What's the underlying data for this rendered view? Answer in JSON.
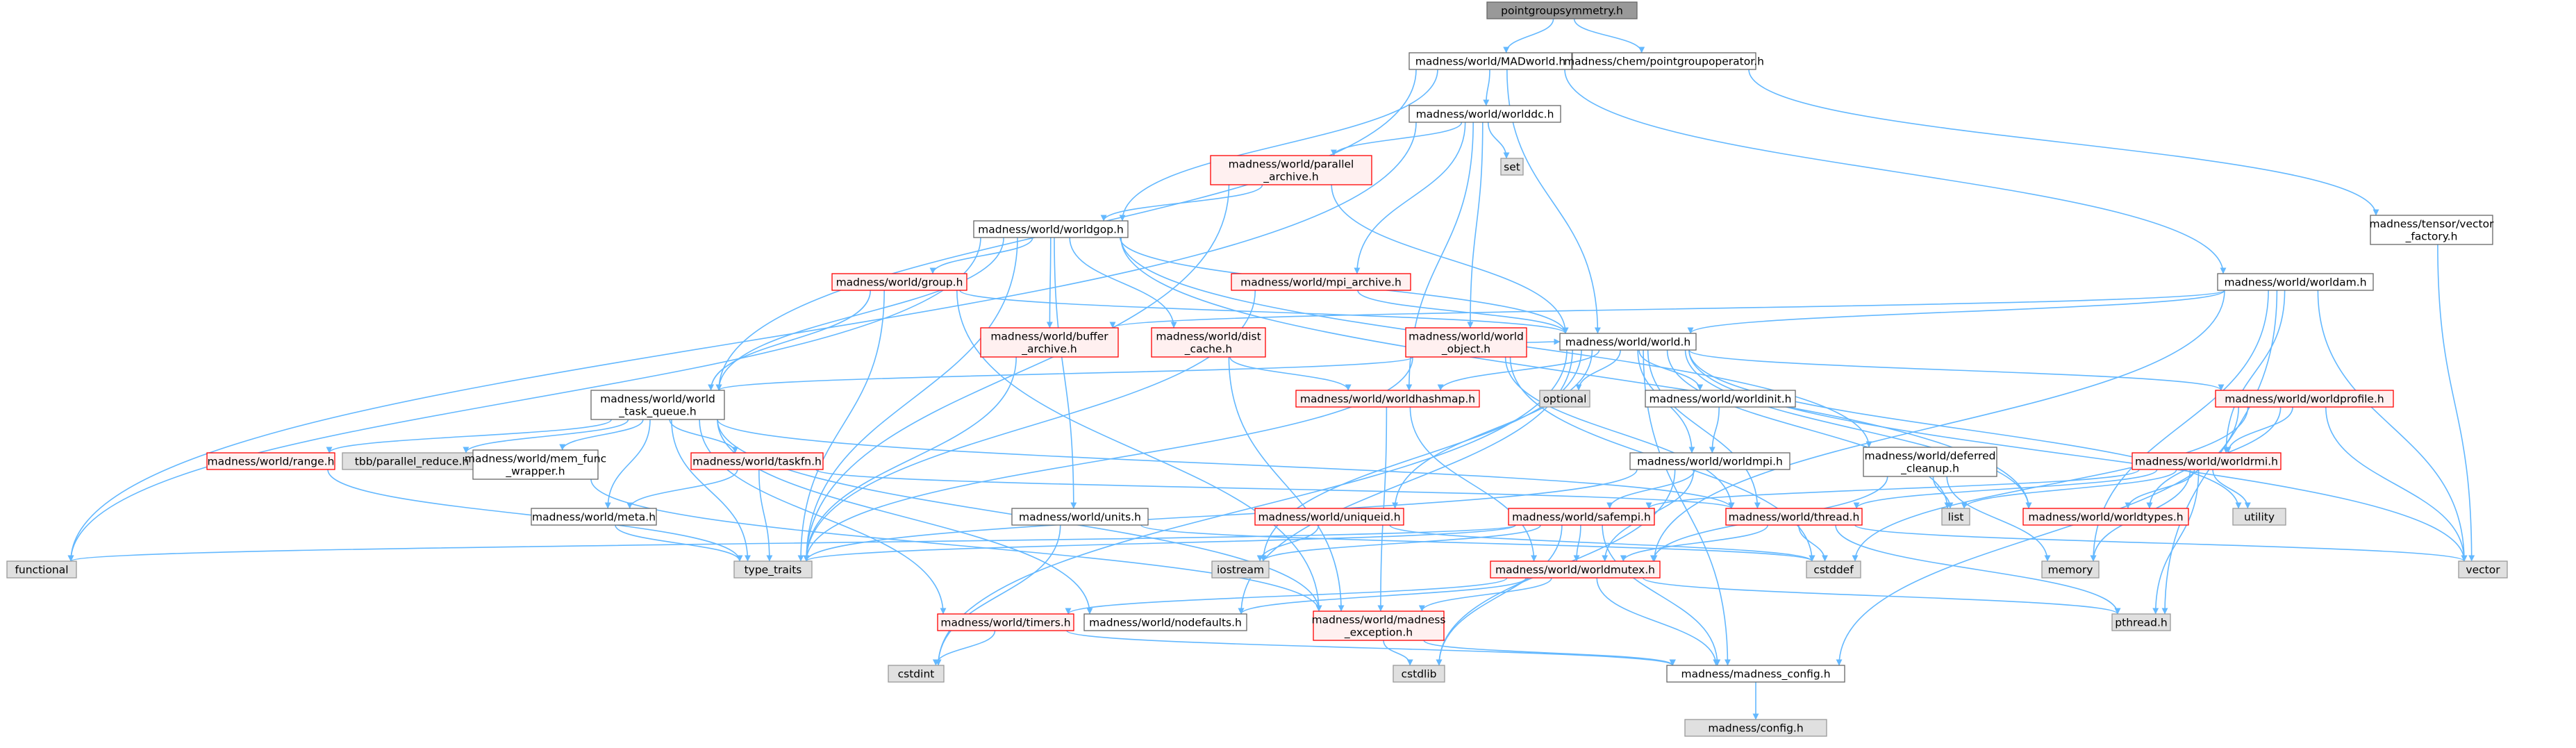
{
  "colors": {
    "edge": "#63b8ff",
    "node_border_normal": "#666666",
    "node_fill_normal": "#ffffff",
    "node_border_incomplete": "#ff0000",
    "node_fill_incomplete": "#fff0f0",
    "node_border_system": "#999999",
    "node_fill_system": "#e0e0e0",
    "node_border_root": "#666666",
    "node_fill_root": "#999999",
    "text_normal": "#000000",
    "text_incomplete": "#000000"
  },
  "nodes": [
    {
      "id": "root",
      "lines": [
        "pointgroupsymmetry.h"
      ],
      "kind": "root"
    },
    {
      "id": "madworld",
      "lines": [
        "madness/world/MADworld.h"
      ],
      "kind": "normal"
    },
    {
      "id": "pgop",
      "lines": [
        "madness/chem/pointgroupoperator.h"
      ],
      "kind": "normal"
    },
    {
      "id": "worlddc",
      "lines": [
        "madness/world/worlddc.h"
      ],
      "kind": "normal"
    },
    {
      "id": "set",
      "lines": [
        "set"
      ],
      "kind": "system"
    },
    {
      "id": "parallel",
      "lines": [
        "madness/world/parallel",
        "_archive.h"
      ],
      "kind": "incomplete"
    },
    {
      "id": "tensorvec",
      "lines": [
        "madness/tensor/vector",
        "_factory.h"
      ],
      "kind": "normal"
    },
    {
      "id": "worldgop",
      "lines": [
        "madness/world/worldgop.h"
      ],
      "kind": "normal"
    },
    {
      "id": "group",
      "lines": [
        "madness/world/group.h"
      ],
      "kind": "incomplete"
    },
    {
      "id": "mpiarchive",
      "lines": [
        "madness/world/mpi_archive.h"
      ],
      "kind": "incomplete"
    },
    {
      "id": "worldam",
      "lines": [
        "madness/world/worldam.h"
      ],
      "kind": "normal"
    },
    {
      "id": "bufarchive",
      "lines": [
        "madness/world/buffer",
        "_archive.h"
      ],
      "kind": "incomplete"
    },
    {
      "id": "distcache",
      "lines": [
        "madness/world/dist",
        "_cache.h"
      ],
      "kind": "incomplete"
    },
    {
      "id": "worldobject",
      "lines": [
        "madness/world/world",
        "_object.h"
      ],
      "kind": "incomplete"
    },
    {
      "id": "world",
      "lines": [
        "madness/world/world.h"
      ],
      "kind": "normal"
    },
    {
      "id": "taskqueue",
      "lines": [
        "madness/world/world",
        "_task_queue.h"
      ],
      "kind": "normal"
    },
    {
      "id": "optional",
      "lines": [
        "optional"
      ],
      "kind": "system"
    },
    {
      "id": "hashmap",
      "lines": [
        "madness/world/worldhashmap.h"
      ],
      "kind": "incomplete"
    },
    {
      "id": "worldinit",
      "lines": [
        "madness/world/worldinit.h"
      ],
      "kind": "normal"
    },
    {
      "id": "worldprofile",
      "lines": [
        "madness/world/worldprofile.h"
      ],
      "kind": "incomplete"
    },
    {
      "id": "range",
      "lines": [
        "madness/world/range.h"
      ],
      "kind": "incomplete"
    },
    {
      "id": "tbbreduce",
      "lines": [
        "tbb/parallel_reduce.h"
      ],
      "kind": "system"
    },
    {
      "id": "memfunc",
      "lines": [
        "madness/world/mem_func",
        "_wrapper.h"
      ],
      "kind": "normal"
    },
    {
      "id": "taskfn",
      "lines": [
        "madness/world/taskfn.h"
      ],
      "kind": "incomplete"
    },
    {
      "id": "worldmpi",
      "lines": [
        "madness/world/worldmpi.h"
      ],
      "kind": "normal"
    },
    {
      "id": "deferred",
      "lines": [
        "madness/world/deferred",
        "_cleanup.h"
      ],
      "kind": "normal"
    },
    {
      "id": "worldrmi",
      "lines": [
        "madness/world/worldrmi.h"
      ],
      "kind": "incomplete"
    },
    {
      "id": "meta",
      "lines": [
        "madness/world/meta.h"
      ],
      "kind": "normal"
    },
    {
      "id": "units",
      "lines": [
        "madness/world/units.h"
      ],
      "kind": "normal"
    },
    {
      "id": "uniqueid",
      "lines": [
        "madness/world/uniqueid.h"
      ],
      "kind": "incomplete"
    },
    {
      "id": "safempi",
      "lines": [
        "madness/world/safempi.h"
      ],
      "kind": "incomplete"
    },
    {
      "id": "thread",
      "lines": [
        "madness/world/thread.h"
      ],
      "kind": "incomplete"
    },
    {
      "id": "list",
      "lines": [
        "list"
      ],
      "kind": "system"
    },
    {
      "id": "worldtypes",
      "lines": [
        "madness/world/worldtypes.h"
      ],
      "kind": "incomplete"
    },
    {
      "id": "utility",
      "lines": [
        "utility"
      ],
      "kind": "system"
    },
    {
      "id": "functional",
      "lines": [
        "functional"
      ],
      "kind": "system"
    },
    {
      "id": "typetraits",
      "lines": [
        "type_traits"
      ],
      "kind": "system"
    },
    {
      "id": "iostream",
      "lines": [
        "iostream"
      ],
      "kind": "system"
    },
    {
      "id": "cstddef",
      "lines": [
        "cstddef"
      ],
      "kind": "system"
    },
    {
      "id": "memory",
      "lines": [
        "memory"
      ],
      "kind": "system"
    },
    {
      "id": "vector",
      "lines": [
        "vector"
      ],
      "kind": "system"
    },
    {
      "id": "worldmutex",
      "lines": [
        "madness/world/worldmutex.h"
      ],
      "kind": "incomplete"
    },
    {
      "id": "timers",
      "lines": [
        "madness/world/timers.h"
      ],
      "kind": "incomplete"
    },
    {
      "id": "nodefaults",
      "lines": [
        "madness/world/nodefaults.h"
      ],
      "kind": "normal"
    },
    {
      "id": "madexception",
      "lines": [
        "madness/world/madness",
        "_exception.h"
      ],
      "kind": "incomplete"
    },
    {
      "id": "pthread",
      "lines": [
        "pthread.h"
      ],
      "kind": "system"
    },
    {
      "id": "cstdint",
      "lines": [
        "cstdint"
      ],
      "kind": "system"
    },
    {
      "id": "cstdlib",
      "lines": [
        "cstdlib"
      ],
      "kind": "system"
    },
    {
      "id": "madconfig",
      "lines": [
        "madness/madness_config.h"
      ],
      "kind": "normal"
    },
    {
      "id": "config",
      "lines": [
        "madness/config.h"
      ],
      "kind": "system"
    }
  ],
  "edges": [
    [
      "root",
      "madworld"
    ],
    [
      "root",
      "pgop"
    ],
    [
      "madworld",
      "worlddc"
    ],
    [
      "madworld",
      "worldgop"
    ],
    [
      "madworld",
      "world"
    ],
    [
      "madworld",
      "taskqueue"
    ],
    [
      "madworld",
      "worldam"
    ],
    [
      "pgop",
      "tensorvec"
    ],
    [
      "worlddc",
      "set"
    ],
    [
      "worlddc",
      "parallel"
    ],
    [
      "worlddc",
      "mpiarchive"
    ],
    [
      "worlddc",
      "worldobject"
    ],
    [
      "worlddc",
      "hashmap"
    ],
    [
      "worlddc",
      "functional"
    ],
    [
      "parallel",
      "worldgop"
    ],
    [
      "parallel",
      "world"
    ],
    [
      "parallel",
      "typetraits"
    ],
    [
      "tensorvec",
      "vector"
    ],
    [
      "worldgop",
      "group"
    ],
    [
      "worldgop",
      "bufarchive"
    ],
    [
      "worldgop",
      "distcache"
    ],
    [
      "worldgop",
      "world"
    ],
    [
      "worldgop",
      "taskqueue"
    ],
    [
      "worldgop",
      "deferred"
    ],
    [
      "worldgop",
      "units"
    ],
    [
      "worldgop",
      "worldtypes"
    ],
    [
      "worldgop",
      "functional"
    ],
    [
      "worldgop",
      "typetraits"
    ],
    [
      "group",
      "world"
    ],
    [
      "group",
      "taskqueue"
    ],
    [
      "group",
      "typetraits"
    ],
    [
      "group",
      "madexception"
    ],
    [
      "mpiarchive",
      "world"
    ],
    [
      "mpiarchive",
      "typetraits"
    ],
    [
      "worldam",
      "bufarchive"
    ],
    [
      "worldam",
      "world"
    ],
    [
      "worldam",
      "worldrmi"
    ],
    [
      "worldam",
      "vector"
    ],
    [
      "worldam",
      "memory"
    ],
    [
      "worldam",
      "worldmutex"
    ],
    [
      "worldam",
      "pthread"
    ],
    [
      "bufarchive",
      "typetraits"
    ],
    [
      "distcache",
      "hashmap"
    ],
    [
      "distcache",
      "madexception"
    ],
    [
      "worldobject",
      "world"
    ],
    [
      "worldobject",
      "taskqueue"
    ],
    [
      "worldobject",
      "typetraits"
    ],
    [
      "worldobject",
      "cstddef"
    ],
    [
      "worldobject",
      "thread"
    ],
    [
      "world",
      "optional"
    ],
    [
      "world",
      "hashmap"
    ],
    [
      "world",
      "worldinit"
    ],
    [
      "world",
      "worldprofile"
    ],
    [
      "world",
      "worldmpi"
    ],
    [
      "world",
      "uniqueid"
    ],
    [
      "world",
      "thread"
    ],
    [
      "world",
      "list"
    ],
    [
      "world",
      "utility"
    ],
    [
      "world",
      "worldtypes"
    ],
    [
      "world",
      "iostream"
    ],
    [
      "world",
      "cstdint"
    ],
    [
      "world",
      "nodefaults"
    ],
    [
      "world",
      "madconfig"
    ],
    [
      "world",
      "vector"
    ],
    [
      "taskqueue",
      "range"
    ],
    [
      "taskqueue",
      "tbbreduce"
    ],
    [
      "taskqueue",
      "memfunc"
    ],
    [
      "taskqueue",
      "taskfn"
    ],
    [
      "taskqueue",
      "meta"
    ],
    [
      "taskqueue",
      "typetraits"
    ],
    [
      "taskqueue",
      "thread"
    ],
    [
      "taskqueue",
      "timers"
    ],
    [
      "taskqueue",
      "madexception"
    ],
    [
      "taskqueue",
      "nodefaults"
    ],
    [
      "hashmap",
      "worldmutex"
    ],
    [
      "hashmap",
      "madexception"
    ],
    [
      "worldinit",
      "worldmpi"
    ],
    [
      "worldprofile",
      "worldrmi"
    ],
    [
      "worldprofile",
      "worldtypes"
    ],
    [
      "worldprofile",
      "vector"
    ],
    [
      "worldprofile",
      "cstddef"
    ],
    [
      "worldprofile",
      "madconfig"
    ],
    [
      "range",
      "typetraits"
    ],
    [
      "memfunc",
      "madexception"
    ],
    [
      "taskfn",
      "meta"
    ],
    [
      "taskfn",
      "typetraits"
    ],
    [
      "taskfn",
      "thread"
    ],
    [
      "worldmpi",
      "safempi"
    ],
    [
      "worldmpi",
      "typetraits"
    ],
    [
      "worldmpi",
      "worldmutex"
    ],
    [
      "worldmpi",
      "cstdlib"
    ],
    [
      "deferred",
      "list"
    ],
    [
      "deferred",
      "memory"
    ],
    [
      "deferred",
      "worldmutex"
    ],
    [
      "worldrmi",
      "safempi"
    ],
    [
      "worldrmi",
      "thread"
    ],
    [
      "worldrmi",
      "list"
    ],
    [
      "worldrmi",
      "worldtypes"
    ],
    [
      "worldrmi",
      "utility"
    ],
    [
      "worldrmi",
      "memory"
    ],
    [
      "worldrmi",
      "pthread"
    ],
    [
      "meta",
      "typetraits"
    ],
    [
      "units",
      "cstddef"
    ],
    [
      "units",
      "cstdint"
    ],
    [
      "uniqueid",
      "iostream"
    ],
    [
      "uniqueid",
      "cstddef"
    ],
    [
      "safempi",
      "worldmutex"
    ],
    [
      "safempi",
      "iostream"
    ],
    [
      "safempi",
      "typetraits"
    ],
    [
      "safempi",
      "functional"
    ],
    [
      "safempi",
      "cstdlib"
    ],
    [
      "safempi",
      "madconfig"
    ],
    [
      "thread",
      "worldmutex"
    ],
    [
      "thread",
      "cstddef"
    ],
    [
      "thread",
      "vector"
    ],
    [
      "thread",
      "pthread"
    ],
    [
      "worldmutex",
      "timers"
    ],
    [
      "worldmutex",
      "nodefaults"
    ],
    [
      "worldmutex",
      "madexception"
    ],
    [
      "worldmutex",
      "madconfig"
    ],
    [
      "worldmutex",
      "pthread"
    ],
    [
      "timers",
      "cstdint"
    ],
    [
      "timers",
      "madconfig"
    ],
    [
      "madexception",
      "madconfig"
    ],
    [
      "madexception",
      "cstdlib"
    ],
    [
      "madconfig",
      "config"
    ]
  ]
}
